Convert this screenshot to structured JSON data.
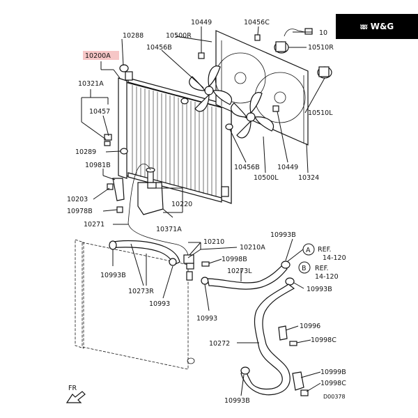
{
  "brand": {
    "logo_mark": "ʬʬ",
    "text": "W&G"
  },
  "callouts": {
    "p10288": "10288",
    "p10200A": "10200A",
    "p10321A": "10321A",
    "p10457": "10457",
    "p10289": "10289",
    "p10981B": "10981B",
    "p10203": "10203",
    "p10978B": "10978B",
    "p10271": "10271",
    "p10220": "10220",
    "p10371A": "10371A",
    "p10449_top": "10449",
    "p10456C": "10456C",
    "p10_top": "10",
    "p10500R": "10500R",
    "p10456B_top": "10456B",
    "p10510R": "10510R",
    "p10510L": "10510L",
    "p10456B_mid": "10456B",
    "p10449_mid": "10449",
    "p10500L": "10500L",
    "p10324": "10324",
    "p10210": "10210",
    "p10210A": "10210A",
    "p10993B_a": "10993B",
    "p10998B": "10998B",
    "p10273L": "10273L",
    "p10993B_left": "10993B",
    "p10273R": "10273R",
    "p10993_a": "10993",
    "p10993_b": "10993",
    "p10993B_b": "10993B",
    "p10996": "10996",
    "p10998C_a": "10998C",
    "p10272": "10272",
    "p10999B": "10999B",
    "p10998C_b": "10998C",
    "p10993B_bottom": "10993B",
    "refA_letter": "A",
    "refA_text": "REF.",
    "refA_num": "14-120",
    "refB_letter": "B",
    "refB_text": "REF.",
    "refB_num": "14-120",
    "fr_label": "FR",
    "drawing_code": "D00378"
  }
}
